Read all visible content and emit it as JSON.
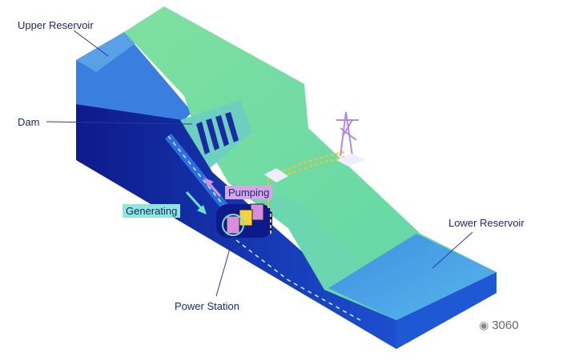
{
  "labels": {
    "upper_reservoir": "Upper Reservoir",
    "dam": "Dam",
    "pumping": "Pumping",
    "generating": "Generating",
    "lower_reservoir": "Lower Reservoir",
    "power_station": "Power Station"
  },
  "watermark": {
    "icon": "wechat-icon",
    "text": "3060"
  },
  "colors": {
    "navy": "#10208f",
    "water_light": "#4aa3e8",
    "green": "#7fe0a0",
    "pumping_tag": "#d7a6e8",
    "generating_tag": "#8ee6dc"
  }
}
